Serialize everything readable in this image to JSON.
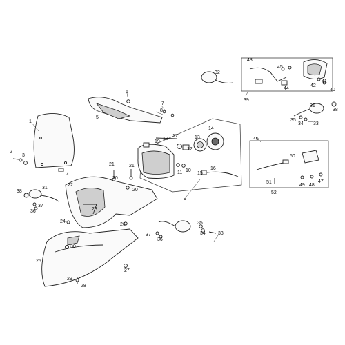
{
  "labels": {
    "l1": "1",
    "l2": "2",
    "l3": "3",
    "l4": "4",
    "l5": "5",
    "l6": "6",
    "l7": "7",
    "l8": "8",
    "l9": "9",
    "l10": "10",
    "l11": "11",
    "l12": "12",
    "l13": "13",
    "l14": "14",
    "l15": "15",
    "l16": "16",
    "l17": "17",
    "l18": "18",
    "l19": "19",
    "l20a": "20",
    "l20b": "20",
    "l21a": "21",
    "l21b": "21",
    "l22": "22",
    "l23": "23",
    "l24": "24",
    "l25": "25",
    "l26": "26",
    "l27": "27",
    "l28": "28",
    "l29": "29",
    "l30": "30",
    "l31a": "31",
    "l31b": "31",
    "l32": "32",
    "l33a": "33",
    "l33b": "33",
    "l34a": "34",
    "l34b": "34",
    "l35a": "35",
    "l35b": "35",
    "l36a": "36",
    "l36b": "36",
    "l37a": "37",
    "l37b": "37",
    "l38a": "38",
    "l38b": "38",
    "l39": "39",
    "l40": "40",
    "l41": "41",
    "l42": "42",
    "l43": "43",
    "l44": "44",
    "l45": "45",
    "l46": "46",
    "l47": "47",
    "l48": "48",
    "l49": "49",
    "l50": "50",
    "l51": "51",
    "l52": "52"
  }
}
